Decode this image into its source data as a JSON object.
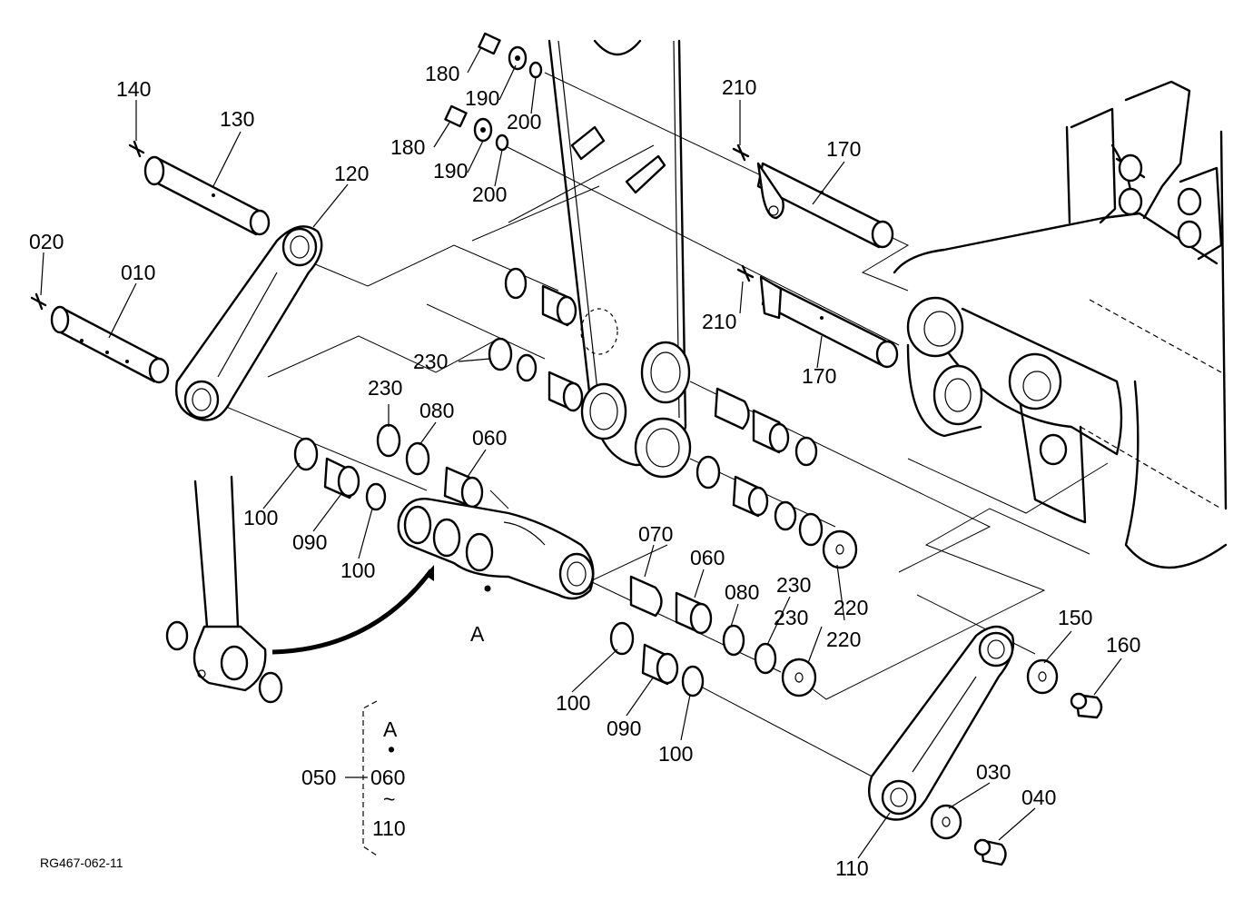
{
  "drawing_code": "RG467-062-11",
  "callouts": {
    "p010": "010",
    "p020": "020",
    "p030": "030",
    "p040": "040",
    "p060a": "060",
    "p060b": "060",
    "p070": "070",
    "p080a": "080",
    "p080b": "080",
    "p090a": "090",
    "p090b": "090",
    "p100a": "100",
    "p100b": "100",
    "p100c": "100",
    "p100d": "100",
    "p110": "110",
    "p120": "120",
    "p130": "130",
    "p140": "140",
    "p150": "150",
    "p160": "160",
    "p170a": "170",
    "p170b": "170",
    "p180a": "180",
    "p180b": "180",
    "p190a": "190",
    "p190b": "190",
    "p200a": "200",
    "p200b": "200",
    "p210a": "210",
    "p210b": "210",
    "p220a": "220",
    "p220b": "220",
    "p230a": "230",
    "p230b": "230",
    "p230c": "230",
    "p230d": "230"
  },
  "detail_marker": "A",
  "assembly": {
    "number": "050",
    "ref": "A",
    "dot": "•",
    "from": "060",
    "tilde": "~",
    "to": "110"
  }
}
